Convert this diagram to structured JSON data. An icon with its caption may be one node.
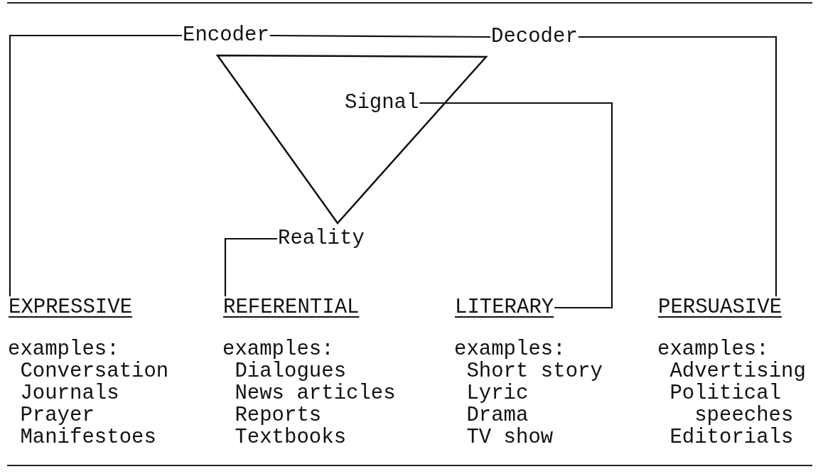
{
  "diagram": {
    "nodes": [
      {
        "text": [
          "Encoder"
        ]
      },
      {
        "text": [
          "Decoder"
        ]
      },
      {
        "text": [],
        "shape": "triangle"
      },
      {
        "text": [
          "Signal"
        ],
        "in": 2
      },
      {
        "text": [
          "Reality"
        ]
      },
      {
        "text": [
          "EXPRESSIVE"
        ]
      },
      {
        "text": [
          "REFERENTIAL"
        ]
      },
      {
        "text": [
          "LITERARY"
        ]
      },
      {
        "text": [
          "PERSUASIVE"
        ]
      }
    ],
    "edges": [
      {
        "from": 0,
        "to": 5,
        "arrow": "none"
      },
      {
        "from": 0,
        "to": 1,
        "arrow": "none"
      },
      {
        "from": 1,
        "to": 8,
        "arrow": "none"
      },
      {
        "from": 3,
        "to": 7,
        "arrow": "none"
      },
      {
        "from": 4,
        "to": 6,
        "arrow": "none"
      }
    ],
    "labels": [
      "examples:",
      "Conversation",
      "Journals",
      "Prayer",
      "Manifestoes",
      "examples:",
      "Dialogues",
      "News articles",
      "Reports",
      "Textbooks",
      "examples:",
      "Short story",
      "Lyric",
      "Drama",
      "TV show",
      "examples:",
      "Advertising",
      "Political speeches",
      "Editorials"
    ]
  }
}
